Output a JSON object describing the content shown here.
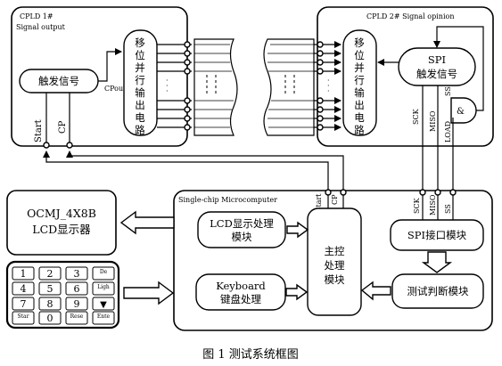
{
  "cpld1": {
    "title": "CPLD 1#",
    "subtitle": "Signal output",
    "trigger": "触发信号",
    "clkout": "CPout",
    "start": "Start",
    "cp": "CP"
  },
  "shift_left": [
    "移",
    "位",
    "并",
    "行",
    "输",
    "出",
    "电",
    "路"
  ],
  "shift_right": [
    "移",
    "位",
    "并",
    "行",
    "输",
    "出",
    "电",
    "路"
  ],
  "cpld2": {
    "title": "CPLD 2# Signal opinion",
    "spi_trigger_1": "SPI",
    "spi_trigger_2": "触发信号",
    "sck": "SCK",
    "miso": "MISO",
    "load": "LOAD",
    "ss": "SS",
    "and": "&"
  },
  "mcu": {
    "title": "Single-chip Microcomputer",
    "start": "Start",
    "cp": "CP",
    "lcd_module_1": "LCD显示处理",
    "lcd_module_2": "模块",
    "keyboard_module_1": "Keyboard",
    "keyboard_module_2": "键盘处理",
    "main_1": "主控",
    "main_2": "处理",
    "main_3": "模块",
    "spi_module": "SPI接口模块",
    "test_module": "测试判断模块",
    "sck": "SCK",
    "miso": "MISO",
    "ss": "SS"
  },
  "lcd": {
    "line1": "OCMJ_4X8B",
    "line2": "LCD显示器"
  },
  "keypad": {
    "keys": [
      [
        "1",
        "2",
        "3",
        "De"
      ],
      [
        "4",
        "5",
        "6",
        "Ligh"
      ],
      [
        "7",
        "8",
        "9",
        "▼"
      ],
      [
        "Star",
        "0",
        "Rese",
        "Ente"
      ]
    ]
  },
  "caption": "图 1   测试系统框图"
}
